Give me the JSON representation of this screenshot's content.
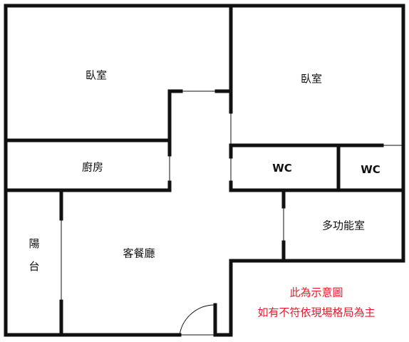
{
  "rooms": {
    "bedroom_left": "臥室",
    "bedroom_right": "臥室",
    "kitchen": "廚房",
    "wc_1": "WC",
    "wc_2": "WC",
    "multipurpose": "多功能室",
    "balcony": "陽台",
    "living_dining": "客餐廳"
  },
  "notes": {
    "line1": "此為示意圖",
    "line2": "如有不符依現場格局為主"
  },
  "colors": {
    "wall": "#111111",
    "note_text": "#e8192c"
  }
}
